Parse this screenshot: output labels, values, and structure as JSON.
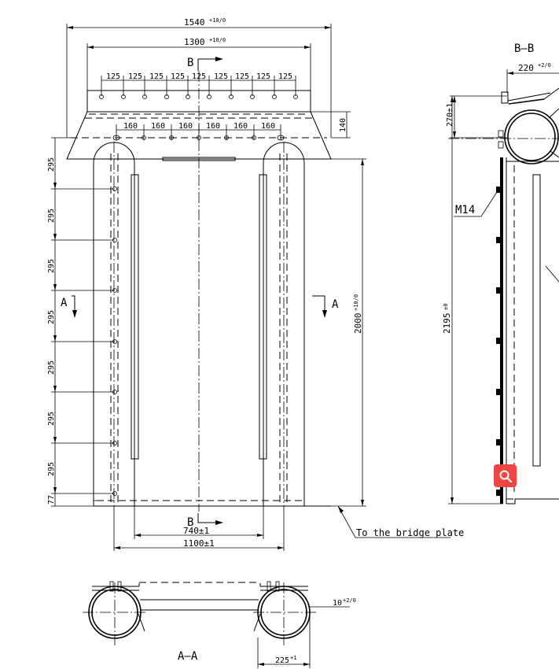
{
  "top_view": {
    "dim_overall_width": "1540",
    "dim_overall_width_tol": "+10/0",
    "dim_inner_width": "1300",
    "dim_inner_width_tol": "+10/0",
    "hole_pitch_top": "125",
    "hole_pitch_second": "160",
    "dim_plate_height": "140",
    "section_mark_b": "B",
    "section_mark_a": "A",
    "vertical_pitch": "295",
    "vertical_end": "77",
    "dim_height": "2000",
    "dim_height_tol": "+10/0",
    "dim_740": "740±1",
    "dim_1100": "1100±1",
    "note_bridge_plate": "To the bridge plate"
  },
  "section_bb": {
    "title": "B–B",
    "dim_220": "220",
    "dim_220_tol": "+2/0",
    "dim_270": "270±1",
    "dim_2195": "2195",
    "dim_2195_tol": "±0",
    "bolt_label": "M14"
  },
  "section_aa": {
    "title": "A–A",
    "dim_10": "10",
    "dim_10_tol": "+2/0",
    "dim_225": "225",
    "dim_225_tol": "+1"
  },
  "ui": {
    "zoom_icon": "magnifier-icon",
    "zoom_color": "#ef4444"
  }
}
